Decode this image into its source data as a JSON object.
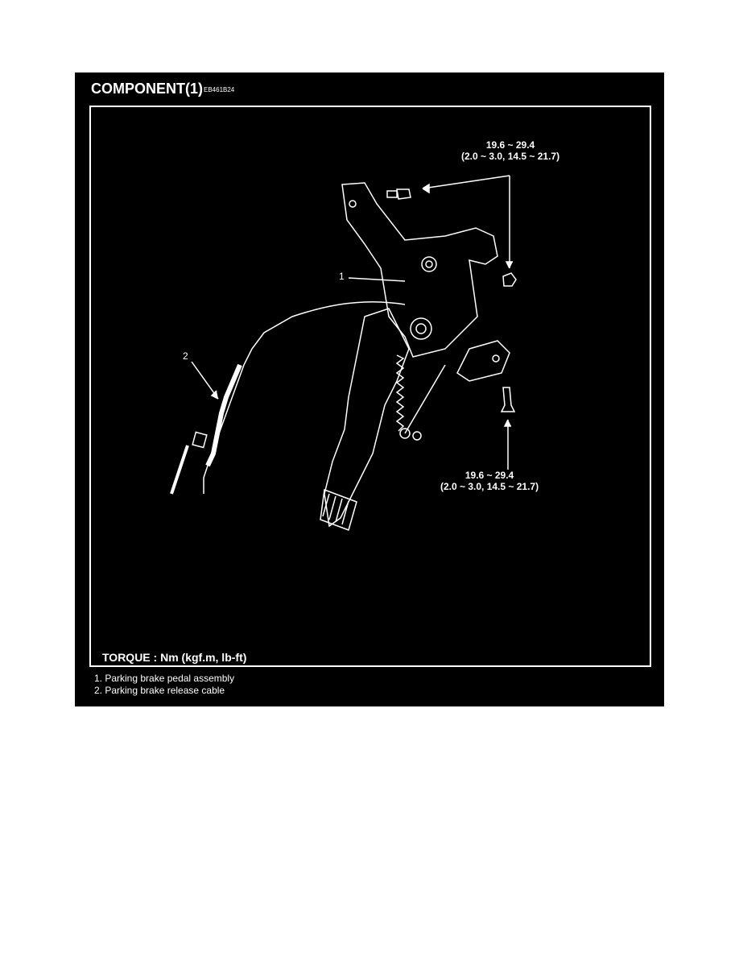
{
  "header": {
    "title": "COMPONENT(1)",
    "code": "EB461B24"
  },
  "torque_top": {
    "value": "19.6 ~ 29.4",
    "alt": "(2.0 ~ 3.0, 14.5 ~ 21.7)"
  },
  "torque_bottom": {
    "value": "19.6 ~ 29.4",
    "alt": "(2.0 ~ 3.0, 14.5 ~ 21.7)"
  },
  "callouts": [
    "1",
    "2"
  ],
  "torque_unit": "TORQUE : Nm (kgf.m, lb-ft)",
  "legend": [
    "1. Parking brake pedal assembly",
    "2. Parking brake release cable"
  ],
  "colors": {
    "background": "#000000",
    "foreground": "#ffffff"
  }
}
